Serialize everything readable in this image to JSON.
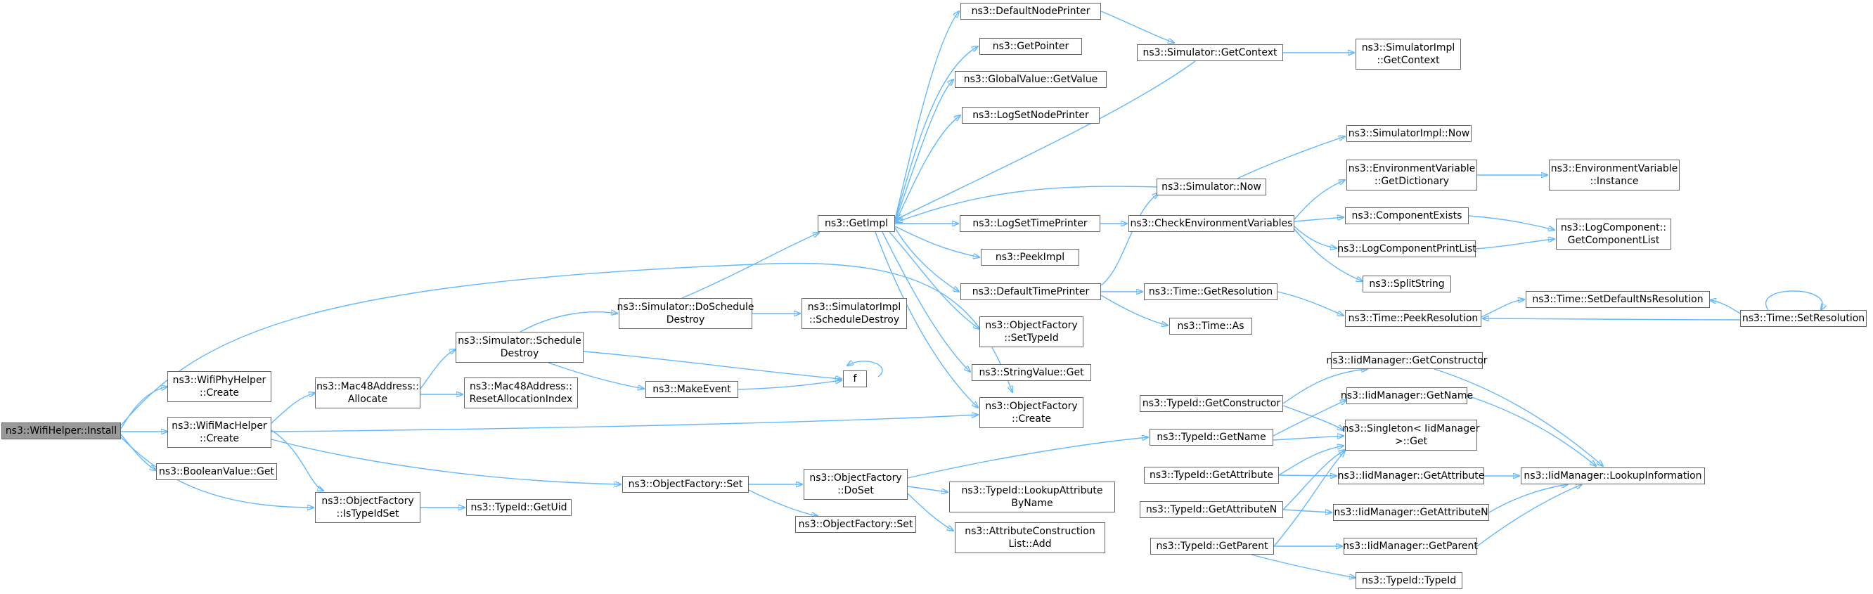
{
  "colors": {
    "edge": "#63b8ff",
    "node_border": "#666666",
    "root_fill": "#999999",
    "node_fill": "#ffffff"
  },
  "nodes": {
    "wifihelper_install": "ns3::WifiHelper::Install",
    "wifiphyhelper_create": "ns3::WifiPhyHelper\n::Create",
    "wifimachelper_create": "ns3::WifiMacHelper\n::Create",
    "booleanvalue_get": "ns3::BooleanValue::Get",
    "mac48_allocate": "ns3::Mac48Address::\nAllocate",
    "mac48_reset": "ns3::Mac48Address::\nResetAllocationIndex",
    "objectfactory_istypeidset": "ns3::ObjectFactory\n::IsTypeIdSet",
    "typeid_getuid": "ns3::TypeId::GetUid",
    "simulator_scheduledestroy": "ns3::Simulator::Schedule\nDestroy",
    "simulator_doscheduledestroy": "ns3::Simulator::DoSchedule\nDestroy",
    "simulatorimpl_scheduledestroy": "ns3::SimulatorImpl\n::ScheduleDestroy",
    "makeevent": "ns3::MakeEvent",
    "f": "f",
    "objectfactory_set": "ns3::ObjectFactory::Set",
    "objectfactory_doset": "ns3::ObjectFactory\n::DoSet",
    "objectfactory_set2": "ns3::ObjectFactory::Set",
    "getimpl": "ns3::GetImpl",
    "defaultnodeprinter": "ns3::DefaultNodePrinter",
    "getpointer": "ns3::GetPointer",
    "globalvalue_getvalue": "ns3::GlobalValue::GetValue",
    "logsetnodeprinter": "ns3::LogSetNodePrinter",
    "logsettimeprinter": "ns3::LogSetTimePrinter",
    "peekimpl": "ns3::PeekImpl",
    "defaulttimeprinter": "ns3::DefaultTimePrinter",
    "objectfactory_settypeid": "ns3::ObjectFactory\n::SetTypeId",
    "stringvalue_get": "ns3::StringValue::Get",
    "objectfactory_create": "ns3::ObjectFactory\n::Create",
    "typeid_lookupattributebyname": "ns3::TypeId::LookupAttribute\nByName",
    "attributeconstructionlist_add": "ns3::AttributeConstruction\nList::Add",
    "simulator_getcontext": "ns3::Simulator::GetContext",
    "simulatorimpl_getcontext": "ns3::SimulatorImpl\n::GetContext",
    "simulator_now": "ns3::Simulator::Now",
    "simulatorimpl_now": "ns3::SimulatorImpl::Now",
    "checkenvironmentvariables": "ns3::CheckEnvironmentVariables",
    "environmentvariable_getdictionary": "ns3::EnvironmentVariable\n::GetDictionary",
    "environmentvariable_instance": "ns3::EnvironmentVariable\n::Instance",
    "componentexists": "ns3::ComponentExists",
    "logcomponentprintlist": "ns3::LogComponentPrintList",
    "logcomponent_getcomponentlist": "ns3::LogComponent::\nGetComponentList",
    "splitstring": "ns3::SplitString",
    "time_getresolution": "ns3::Time::GetResolution",
    "time_as": "ns3::Time::As",
    "time_peekresolution": "ns3::Time::PeekResolution",
    "time_setdefaultnsresolution": "ns3::Time::SetDefaultNsResolution",
    "time_setresolution": "ns3::Time::SetResolution",
    "typeid_getconstructor": "ns3::TypeId::GetConstructor",
    "typeid_getname": "ns3::TypeId::GetName",
    "typeid_getattribute": "ns3::TypeId::GetAttribute",
    "typeid_getattributen": "ns3::TypeId::GetAttributeN",
    "typeid_getparent": "ns3::TypeId::GetParent",
    "typeid_typeid": "ns3::TypeId::TypeId",
    "iidmanager_getconstructor": "ns3::IidManager::GetConstructor",
    "iidmanager_getname": "ns3::IidManager::GetName",
    "singleton_iidmanager_get": "ns3::Singleton< IidManager\n>::Get",
    "iidmanager_getattribute": "ns3::IidManager::GetAttribute",
    "iidmanager_getattributen": "ns3::IidManager::GetAttributeN",
    "iidmanager_getparent": "ns3::IidManager::GetParent",
    "iidmanager_lookupinformation": "ns3::IidManager::LookupInformation"
  }
}
